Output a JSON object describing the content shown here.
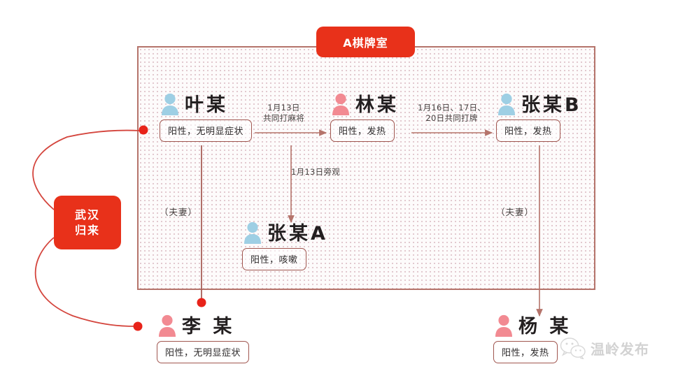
{
  "zone": {
    "title": "A棋牌室"
  },
  "origin": {
    "line1": "武汉",
    "line2": "归来"
  },
  "people": [
    {
      "id": "ye",
      "name": "叶某",
      "status": "阳性，无明显症状",
      "gender_color": "#9ecfe4"
    },
    {
      "id": "lin",
      "name": "林某",
      "status": "阳性，发热",
      "gender_color": "#f28a92"
    },
    {
      "id": "zhangb",
      "name": "张某B",
      "status": "阳性，发热",
      "gender_color": "#9ecfe4"
    },
    {
      "id": "zhanga",
      "name": "张某A",
      "status": "阳性，咳嗽",
      "gender_color": "#9ecfe4"
    },
    {
      "id": "li",
      "name": "李 某",
      "status": "阳性，无明显症状",
      "gender_color": "#f28a92"
    },
    {
      "id": "yang",
      "name": "杨 某",
      "status": "阳性，发热",
      "gender_color": "#f28a92"
    }
  ],
  "edges": {
    "ye_to_lin": {
      "line1": "1月13日",
      "line2": "共同打麻将"
    },
    "lin_to_zhangb": {
      "line1": "1月16日、17日、",
      "line2": "20日共同打牌"
    },
    "lin_to_zhanga": {
      "line1": "1月13日旁观",
      "line2": ""
    },
    "ye_to_li": {
      "line1": "（夫妻）",
      "line2": ""
    },
    "zhangb_to_yang": {
      "line1": "（夫妻）",
      "line2": ""
    }
  },
  "watermark": {
    "text": "温岭发布"
  },
  "colors": {
    "accent_red": "#e8311a",
    "zone_border": "#b5746b",
    "arrow": "#b5746b",
    "curve": "#d4453d",
    "male": "#9ecfe4",
    "female": "#f28a92",
    "status_border": "#a0564f"
  }
}
